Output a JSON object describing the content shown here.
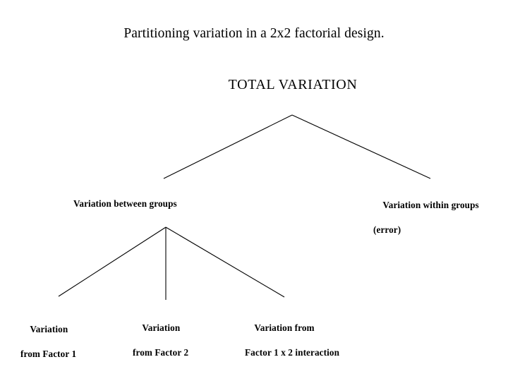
{
  "diagram": {
    "title": "Partitioning variation in a 2x2 factorial design.",
    "type": "tree",
    "background_color": "#ffffff",
    "line_color": "#000000",
    "text_color": "#000000",
    "root": {
      "label": "TOTAL VARIATION"
    },
    "level2": {
      "left": {
        "label": "Variation between groups"
      },
      "right": {
        "line1": "Variation within groups",
        "line2": "(error)"
      }
    },
    "level3": {
      "factor1": {
        "line1": "Variation",
        "line2": "from Factor 1"
      },
      "factor2": {
        "line1": "Variation",
        "line2": "from Factor 2"
      },
      "interaction": {
        "line1": "Variation from",
        "line2": "Factor 1 x 2 interaction"
      }
    }
  }
}
